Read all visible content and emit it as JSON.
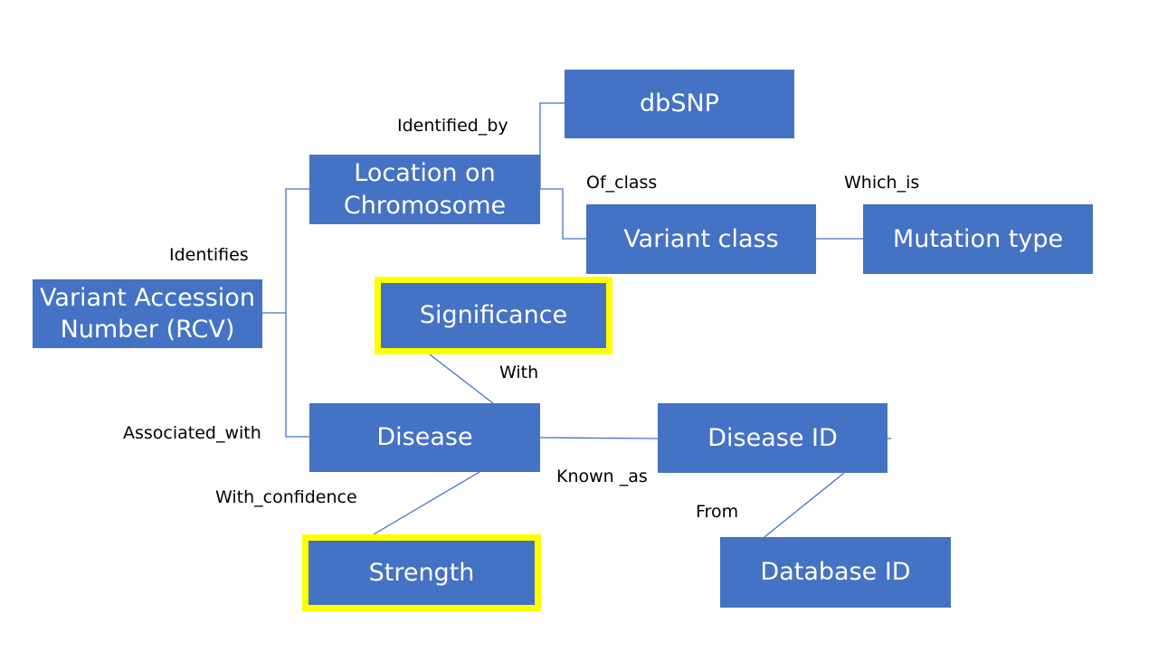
{
  "nodes": {
    "rcv": {
      "line1": "Variant Accession",
      "line2": "Number (RCV)"
    },
    "location": {
      "line1": "Location on",
      "line2": "Chromosome"
    },
    "dbsnp": "dbSNP",
    "variant_class": "Variant class",
    "mutation_type": "Mutation type",
    "significance": "Significance",
    "disease": "Disease",
    "disease_id": "Disease ID",
    "strength": "Strength",
    "database_id": "Database ID"
  },
  "edge_labels": {
    "identified_by": "Identified_by",
    "of_class": "Of_class",
    "which_is": "Which_is",
    "identifies": "Identifies",
    "with": "With",
    "associated_with": "Associated_with",
    "with_confidence": "With_confidence",
    "known_as": "Known _as",
    "from": "From"
  },
  "colors": {
    "node_fill": "#4472c4",
    "highlight_border": "#ffff00"
  }
}
